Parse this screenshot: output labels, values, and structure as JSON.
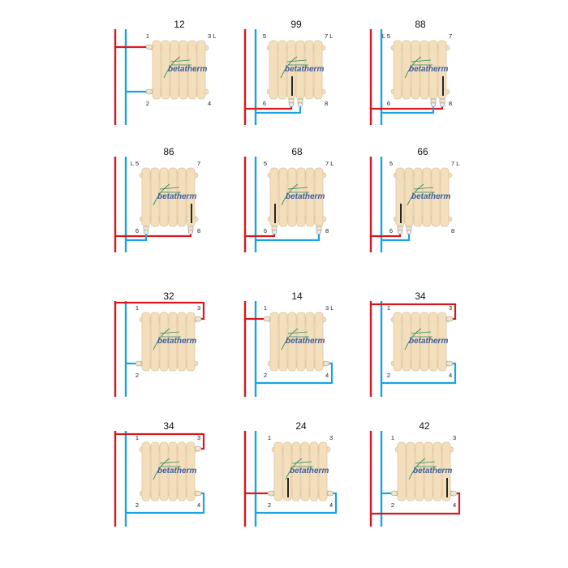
{
  "colors": {
    "supply": "#d7191f",
    "return": "#1ba3e0",
    "radiator": "#f4dfbd",
    "radiator_edge": "#dcc197",
    "logo": "#3d5f9e",
    "logo_swoosh": "#2d8a5a"
  },
  "logo_text": "betatherm",
  "cells": [
    {
      "code": "12",
      "labels": {
        "tl": "1",
        "tr": "3 L",
        "bl": "2",
        "br": "4"
      }
    },
    {
      "code": "99",
      "labels": {
        "tl": "5",
        "tr": "7 L",
        "bl": "6",
        "br": "8"
      }
    },
    {
      "code": "88",
      "labels": {
        "tl": "L 5",
        "tr": "7",
        "bl": "6",
        "br": "8"
      }
    },
    {
      "code": "86",
      "labels": {
        "tl": "L 5",
        "tr": "7",
        "bl": "6",
        "br": "8"
      }
    },
    {
      "code": "68",
      "labels": {
        "tl": "5",
        "tr": "7 L",
        "bl": "6",
        "br": "8"
      }
    },
    {
      "code": "66",
      "labels": {
        "tl": "5",
        "tr": "7 L",
        "bl": "6",
        "br": "8"
      }
    },
    {
      "code": "32",
      "labels": {
        "tl": "1",
        "tr": "3",
        "bl": "2",
        "br": ""
      }
    },
    {
      "code": "14",
      "labels": {
        "tl": "1",
        "tr": "3 L",
        "bl": "2",
        "br": "4"
      }
    },
    {
      "code": "34",
      "labels": {
        "tl": "1",
        "tr": "3",
        "bl": "2",
        "br": "4"
      }
    },
    {
      "code": "34",
      "labels": {
        "tl": "1",
        "tr": "3",
        "bl": "2",
        "br": "4"
      }
    },
    {
      "code": "24",
      "labels": {
        "tl": "1",
        "tr": "3",
        "bl": "2",
        "br": "4"
      }
    },
    {
      "code": "42",
      "labels": {
        "tl": "1",
        "tr": "3",
        "bl": "2",
        "br": "4"
      }
    }
  ]
}
